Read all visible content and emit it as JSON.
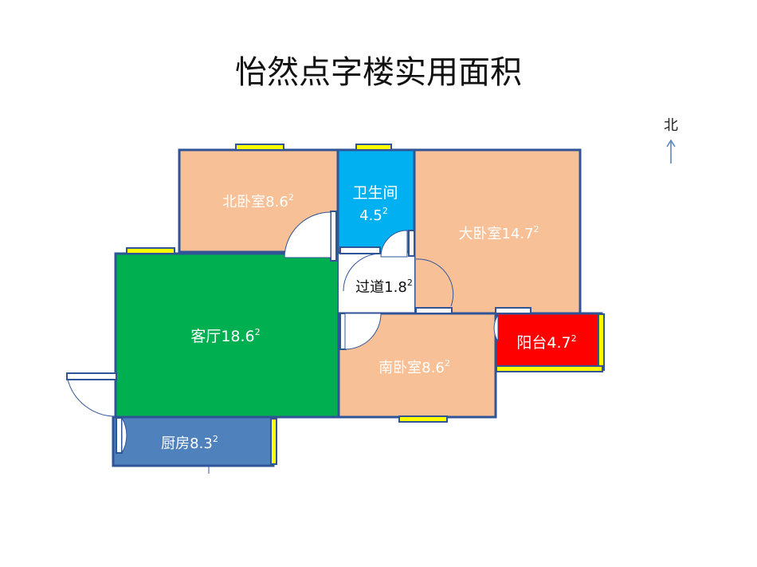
{
  "title": "怡然点字楼实用面积",
  "compass": {
    "label": "北",
    "arrow": "↑"
  },
  "colors": {
    "bedroom": "#F8C097",
    "bathroom": "#00B0F0",
    "living": "#00B050",
    "kitchen": "#4F81BD",
    "balcony": "#FF0000",
    "hallway": "#FFFFFF",
    "wall": "#2F5597",
    "window": "#FFFF00"
  },
  "rooms": {
    "north_bedroom": {
      "name": "北卧室",
      "area": "8.6",
      "unit": "2"
    },
    "bathroom": {
      "name": "卫生间",
      "area": "4.5",
      "unit": "2"
    },
    "master_bedroom": {
      "name": "大卧室",
      "area": "14.7",
      "unit": "2"
    },
    "hallway": {
      "name": "过道",
      "area": "1.8",
      "unit": "2"
    },
    "living_room": {
      "name": "客厅",
      "area": "18.6",
      "unit": "2"
    },
    "south_bedroom": {
      "name": "南卧室",
      "area": "8.6",
      "unit": "2"
    },
    "balcony": {
      "name": "阳台",
      "area": "4.7",
      "unit": "2"
    },
    "kitchen": {
      "name": "厨房",
      "area": "8.3",
      "unit": "2"
    }
  }
}
